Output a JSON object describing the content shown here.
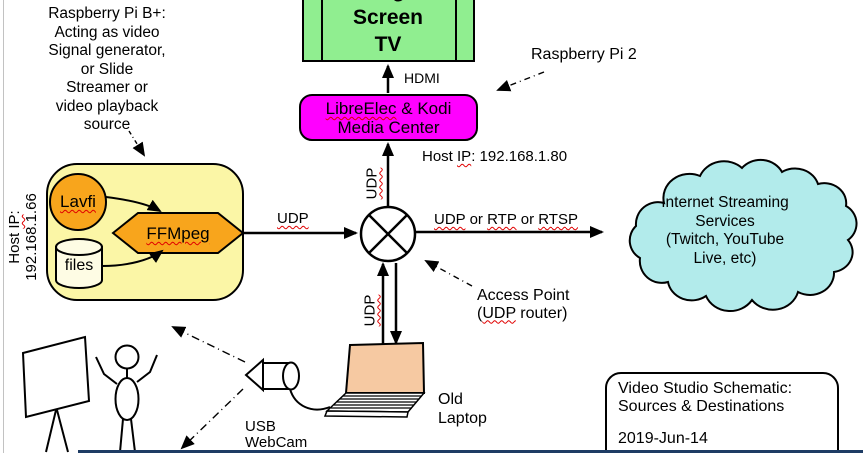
{
  "diagram": {
    "tv": {
      "label": "Big\nScreen\nTV"
    },
    "hdmi_label": "HDMI",
    "kodi": {
      "name_word": "LibreElec",
      "name_rest": " & Kodi",
      "line2": "Media Center"
    },
    "rpi2_label": "Raspberry Pi 2",
    "host_ip_kodi": {
      "prefix": "Host ",
      "ip_word": "IP",
      "suffix": ": 192.168.1.80"
    },
    "source_note": "Raspberry Pi B+:\nActing as video\nSignal generator,\nor Slide\nStreamer or\nvideo playback\nsource",
    "host_ip_source": {
      "prefix": "Host ",
      "ip_word": "IP",
      "suffix": ":",
      "line2": "192.168.1.66"
    },
    "lavfi_label": "Lavfi",
    "ffmpeg_label": "FFMpeg",
    "files_label": "files",
    "udp_left_label": "UDP",
    "udp_up_label": "UDP",
    "udp_down_label": "UDP",
    "right_link": {
      "w1": "UDP",
      "s1": " or ",
      "w2": "RTP",
      "s2": " or ",
      "w3": "RTSP"
    },
    "access_point": {
      "line1": "Access Point",
      "open": "(",
      "udp_word": "UDP",
      "rest": " router)"
    },
    "cloud_label": "Internet Streaming\nServices\n(Twitch, YouTube\nLive, etc)",
    "laptop_label": "Old\nLaptop",
    "webcam_label": "USB\nWebCam",
    "legend": {
      "title": "Video Studio Schematic:\nSources & Destinations",
      "date": "2019-Jun-14"
    },
    "colors": {
      "tv_green": "#90ee90",
      "kodi_magenta": "#ff00ff",
      "source_yellow": "#fbf6a6",
      "node_orange": "#f8a51c",
      "files_cream": "#fefce4",
      "cloud_cyan": "#b2ebeb",
      "laptop_peach": "#f6c9a2",
      "squiggle_red": "#e00000",
      "bottom_bar": "#1e3c64"
    }
  }
}
